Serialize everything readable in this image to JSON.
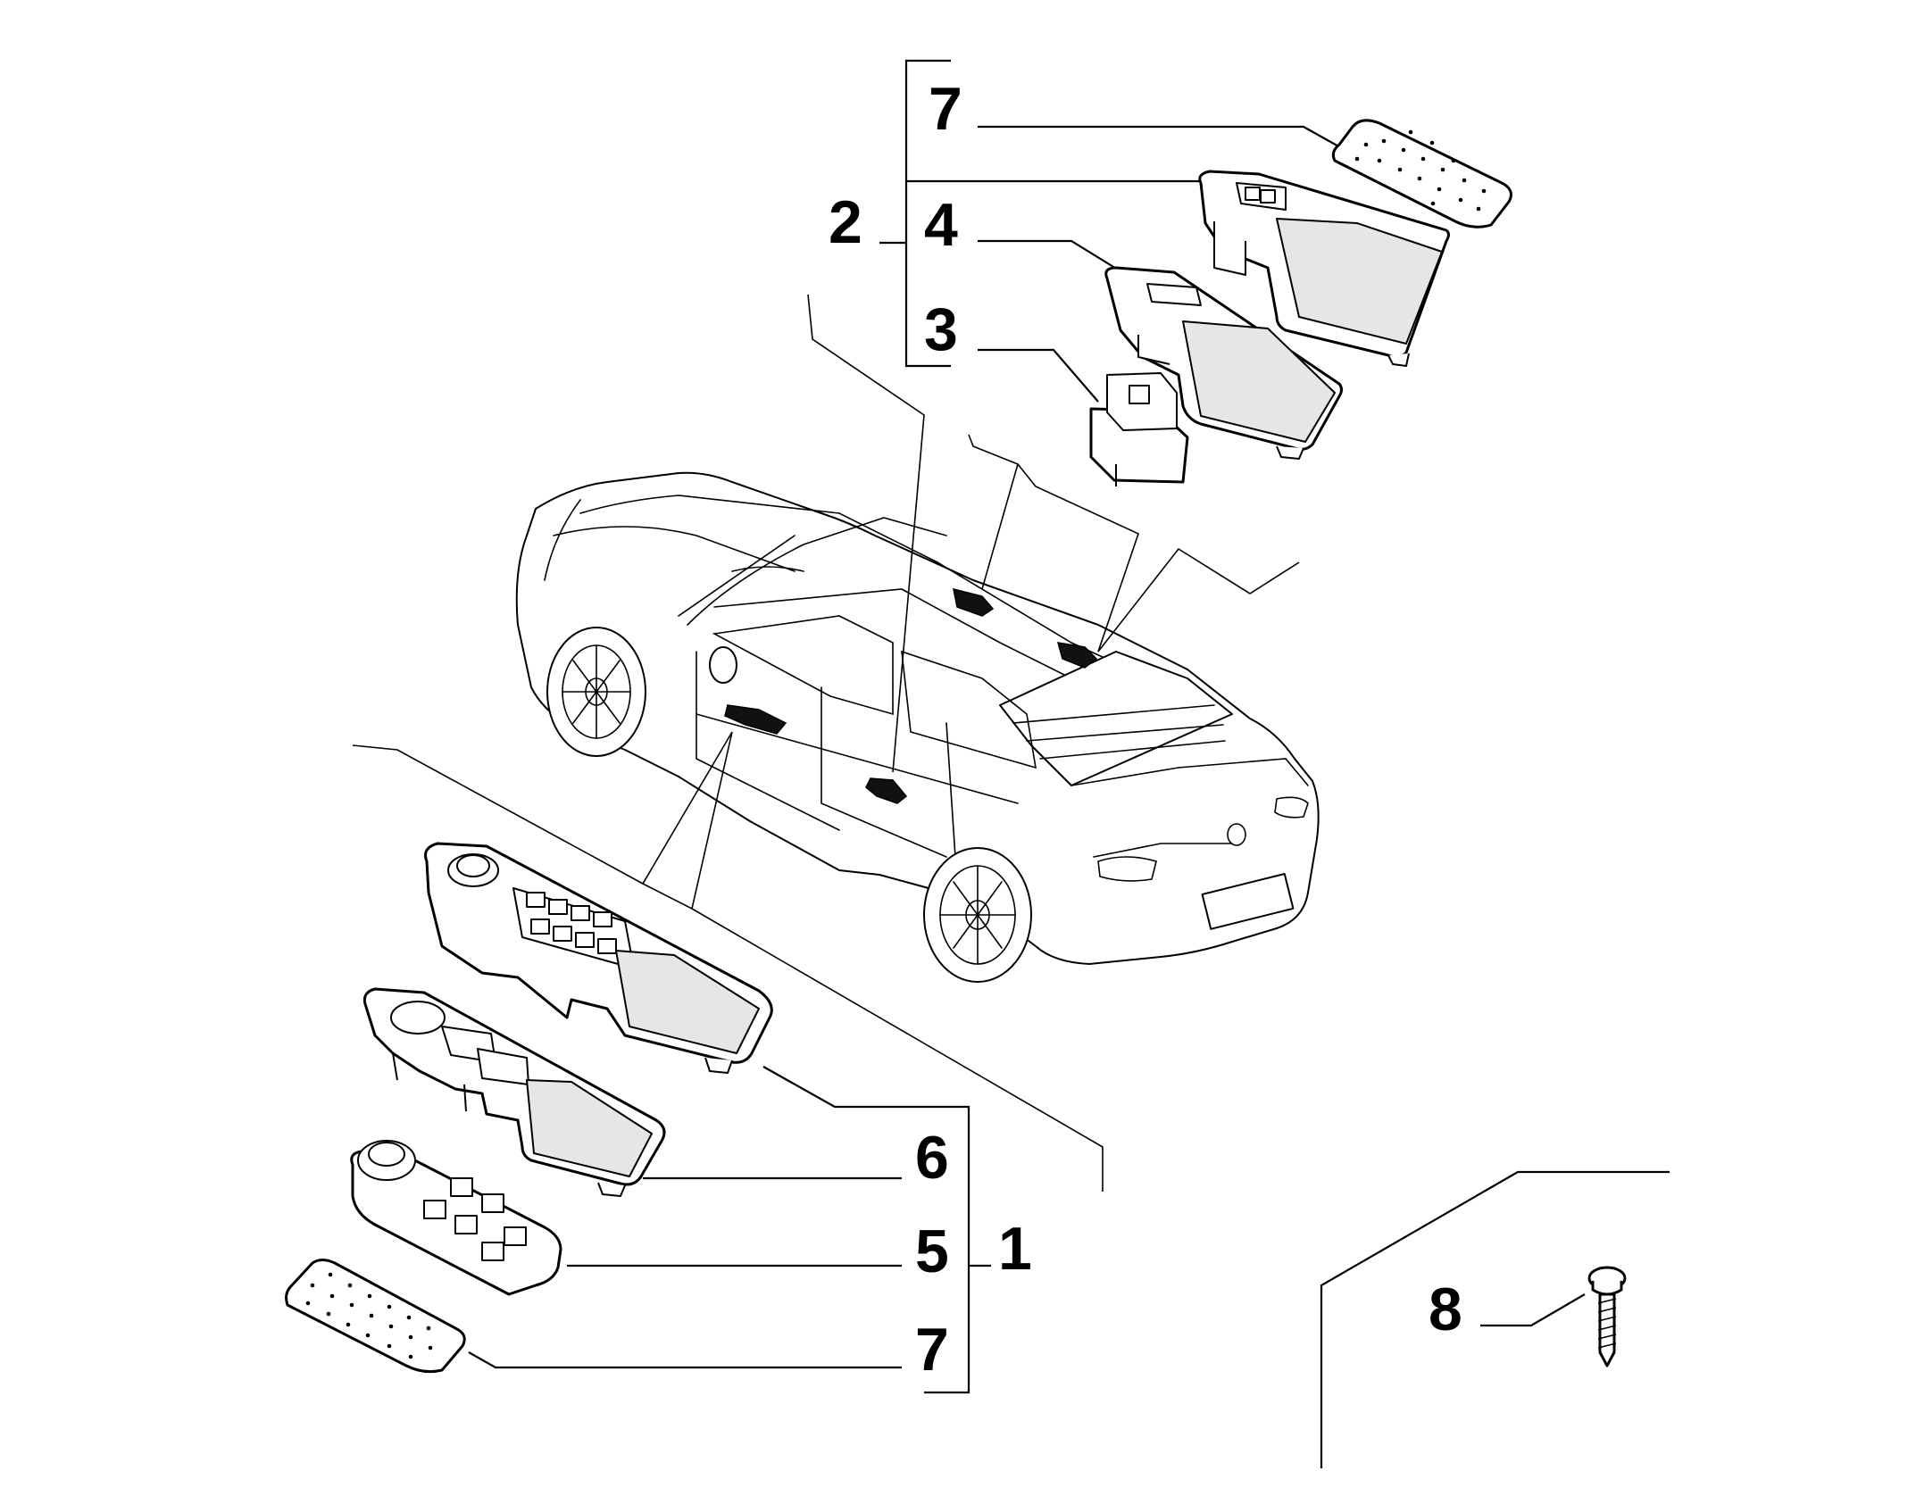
{
  "labels": {
    "group_top": "2",
    "group_bottom": "1",
    "top_pad": "7",
    "top_bezel": "4",
    "top_switch": "3",
    "bottom_bezel": "6",
    "bottom_switch": "5",
    "bottom_pad": "7",
    "screw": "8"
  }
}
